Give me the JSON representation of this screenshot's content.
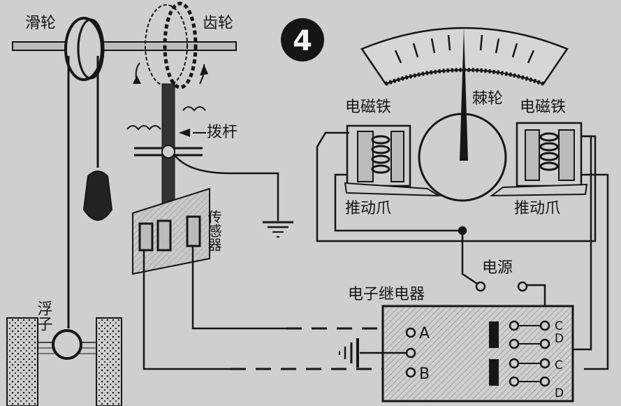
{
  "figure_number": "4",
  "labels": {
    "pulley": "滑轮",
    "gear": "齿轮",
    "lever": "拨杆",
    "sensor": "传感器",
    "float": "浮子",
    "electromagnet_left": "电磁铁",
    "ratchet": "棘轮",
    "electromagnet_right": "电磁铁",
    "pawl_left": "推动爪",
    "pawl_right": "推动爪",
    "power_supply": "电源",
    "relay": "电子继电器"
  },
  "terminals": {
    "a": "A",
    "b": "B",
    "c1": "C",
    "d1": "D",
    "c2": "C",
    "d2": "D"
  },
  "colors": {
    "ink": "#161616",
    "paper": "#cfcfcf",
    "badge_fill": "#151515",
    "badge_text": "#f2f2f2"
  }
}
